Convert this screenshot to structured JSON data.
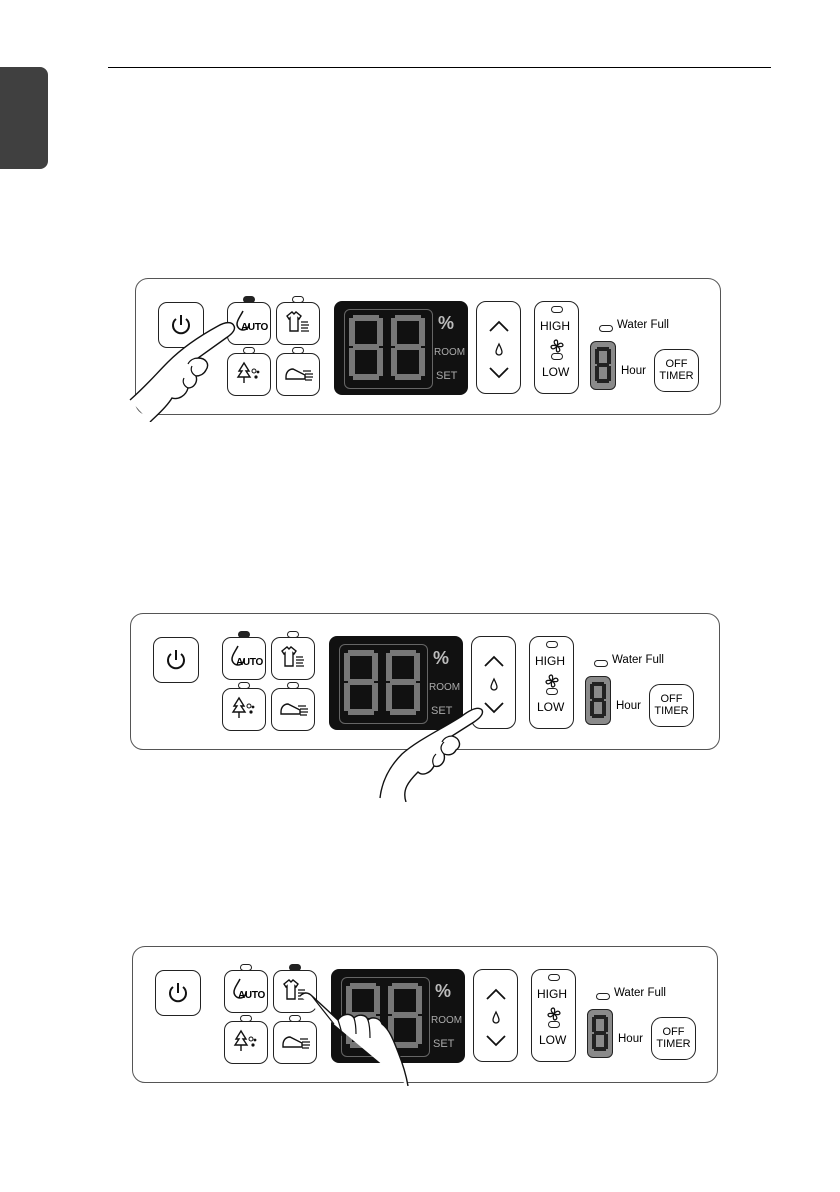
{
  "panel": {
    "percent_symbol": "%",
    "room_label": "ROOM",
    "set_label": "SET",
    "auto_label": "AUTO",
    "high_label": "HIGH",
    "low_label": "LOW",
    "water_full_label": "Water Full",
    "hour_label": "Hour",
    "timer_line1": "OFF",
    "timer_line2": "TIMER"
  },
  "figures": [
    {
      "active_mode": "auto",
      "pressed_button": "auto-mode-button"
    },
    {
      "active_mode": "auto",
      "pressed_button": "humidity-down-button"
    },
    {
      "active_mode": "laundry",
      "pressed_button": "laundry-mode-button"
    }
  ],
  "colors": {
    "side_tab": "#404040",
    "display_bg": "#111111",
    "segment_off": "#7a7a7a",
    "hour_display": "#8a8a8a"
  }
}
